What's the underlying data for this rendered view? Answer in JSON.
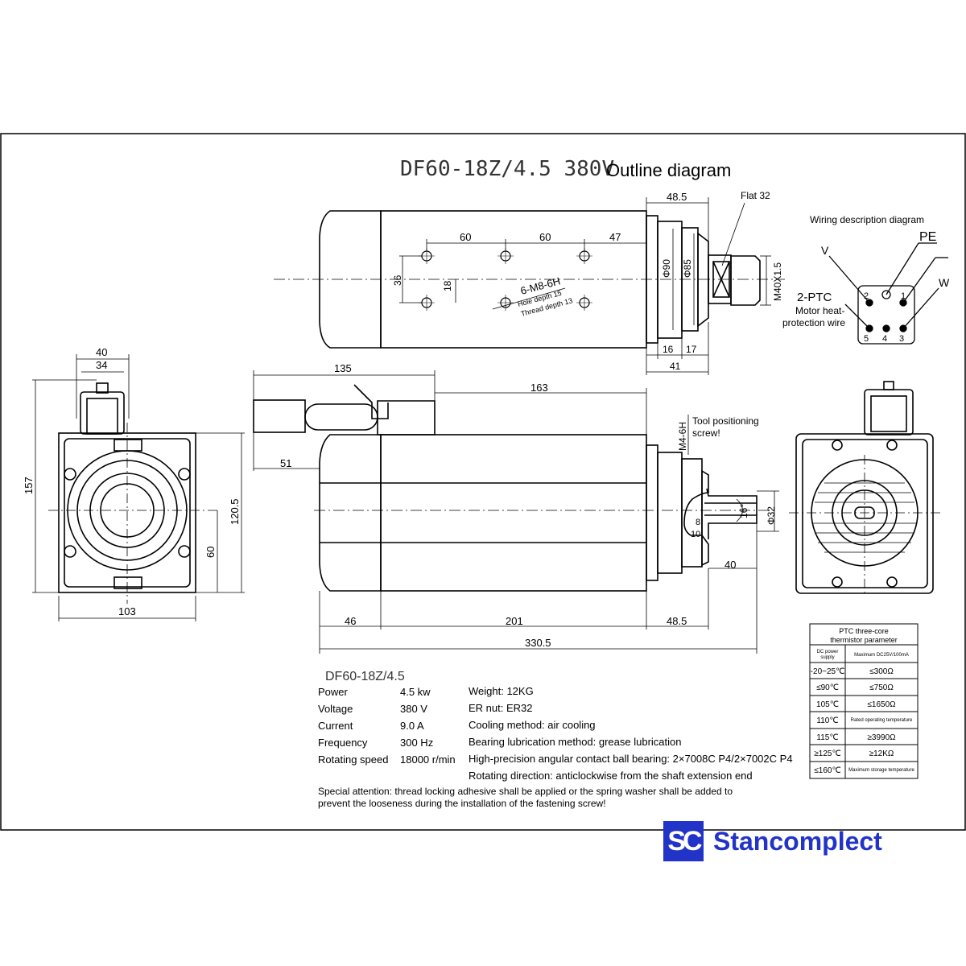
{
  "title": {
    "model": "DF60-18Z/4.5 380V",
    "caption": "Outline diagram"
  },
  "top_view": {
    "dims": {
      "d48_5": "48.5",
      "flat32": "Flat 32",
      "d60a": "60",
      "d60b": "60",
      "d47": "47",
      "d36": "36",
      "d18": "18",
      "phi90": "Φ90",
      "phi85": "Φ85",
      "m40": "M40X1.5",
      "d16": "16",
      "d17": "17",
      "d41": "41"
    },
    "holes_label": "6-M8-6H",
    "hole_depth": "Hole depth 15",
    "thread_depth": "Thread depth 13"
  },
  "wiring": {
    "title": "Wiring description diagram",
    "PE": "PE",
    "V": "V",
    "W": "W",
    "ptc": "2-PTC",
    "ptc_desc_1": "Motor heat-",
    "ptc_desc_2": "protection wire",
    "pins": [
      "2",
      "1",
      "5",
      "4",
      "3"
    ]
  },
  "front_view": {
    "dims": {
      "d40": "40",
      "d34": "34",
      "d157": "157",
      "d120_5": "120.5",
      "d60": "60",
      "d103": "103"
    }
  },
  "side_view": {
    "dims": {
      "d135": "135",
      "d163": "163",
      "d51": "51",
      "m4": "M4-6H",
      "tool_screw_1": "Tool positioning",
      "tool_screw_2": "screw!",
      "d16deg": "16°",
      "phi32": "Φ32",
      "d8": "8",
      "d10": "10",
      "d40": "40",
      "d46": "46",
      "d201": "201",
      "d48_5": "48.5",
      "d330_5": "330.5"
    }
  },
  "ptc_table": {
    "title_1": "PTC three-core",
    "title_2": "thermistor parameter",
    "head_left_1": "DC power",
    "head_left_2": "supply",
    "head_right": "Maximum DC25V/100mA",
    "rows": [
      {
        "t": "-20~25℃",
        "r": "≤300Ω"
      },
      {
        "t": "≤90℃",
        "r": "≤750Ω"
      },
      {
        "t": "105℃",
        "r": "≤1650Ω"
      },
      {
        "t": "110℃",
        "r": "Rated operating temperature"
      },
      {
        "t": "115℃",
        "r": "≥3990Ω"
      },
      {
        "t": "≥125℃",
        "r": "≥12KΩ"
      },
      {
        "t": "≤160℃",
        "r": "Maximum storage temperature"
      }
    ]
  },
  "specs": {
    "model": "DF60-18Z/4.5",
    "left": [
      {
        "label": "Power",
        "value": "4.5 kw"
      },
      {
        "label": "Voltage",
        "value": "380 V"
      },
      {
        "label": "Current",
        "value": "9.0 A"
      },
      {
        "label": "Frequency",
        "value": "300 Hz"
      },
      {
        "label": "Rotating speed",
        "value": "18000 r/min"
      }
    ],
    "right": [
      "Weight: 12KG",
      "ER nut: ER32",
      "Cooling method: air cooling",
      "Bearing lubrication method: grease lubrication",
      "High-precision angular contact ball bearing: 2×7008C P4/2×7002C P4",
      "Rotating direction: anticlockwise from the shaft extension end"
    ],
    "attention_1": "Special attention: thread locking adhesive shall be applied or the spring washer shall be added to",
    "attention_2": "prevent the looseness during the installation of the fastening screw!"
  },
  "brand": {
    "mark": "SC",
    "name": "Stancomplect",
    "color": "#2233c8"
  }
}
